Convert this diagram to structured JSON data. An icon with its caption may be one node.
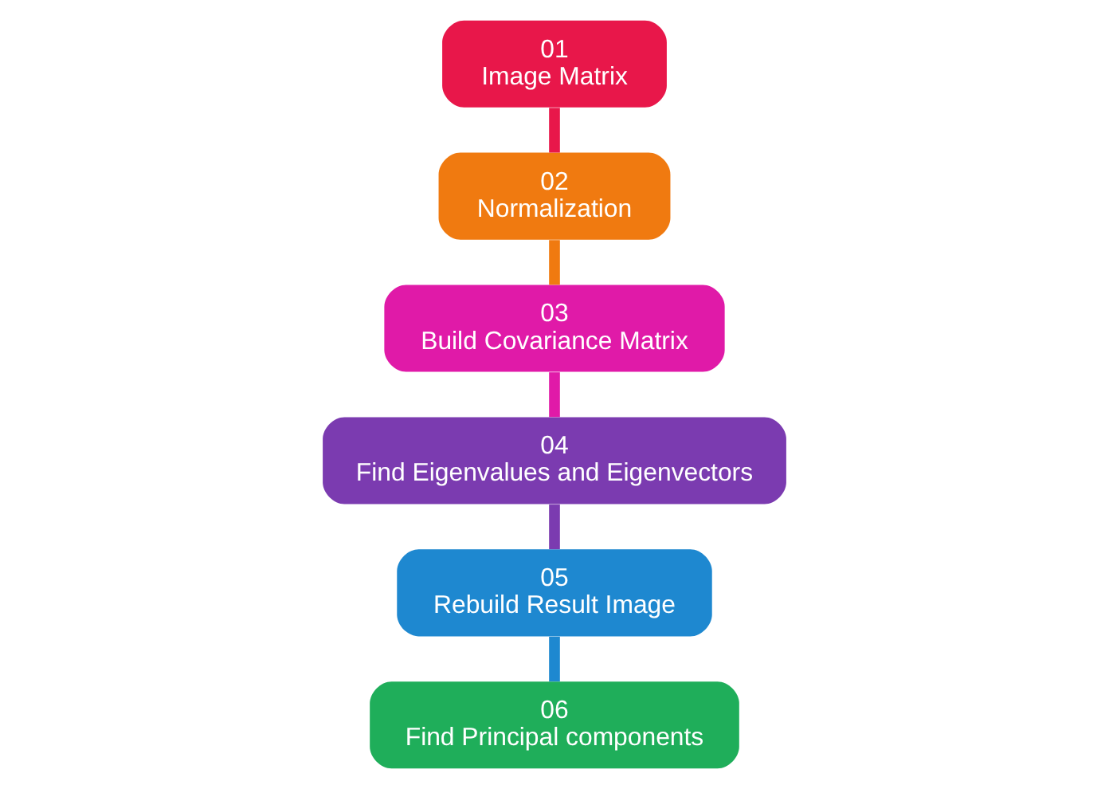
{
  "diagram": {
    "nodes": [
      {
        "text": [
          "01",
          "Image Matrix"
        ]
      },
      {
        "text": [
          "02",
          "Normalization"
        ]
      },
      {
        "text": [
          "03",
          "Build Covariance Matrix"
        ]
      },
      {
        "text": [
          "04",
          "Find Eigenvalues and Eigenvectors"
        ]
      },
      {
        "text": [
          "05",
          "Rebuild Result Image"
        ]
      },
      {
        "text": [
          "06",
          "Find Principal components"
        ]
      }
    ],
    "edges": [
      {
        "from": 0,
        "to": 1,
        "arrow": "none",
        "color": "#e8174a"
      },
      {
        "from": 1,
        "to": 2,
        "arrow": "none",
        "color": "#f07a10"
      },
      {
        "from": 2,
        "to": 3,
        "arrow": "none",
        "color": "#e01aa8"
      },
      {
        "from": 3,
        "to": 4,
        "arrow": "none",
        "color": "#7b3bb0"
      },
      {
        "from": 4,
        "to": 5,
        "arrow": "none",
        "color": "#1e88d0"
      }
    ]
  }
}
